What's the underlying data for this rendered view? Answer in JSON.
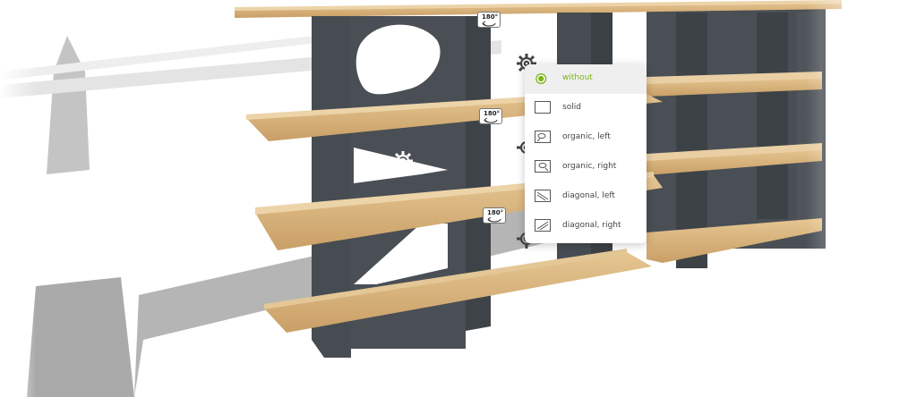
{
  "rotate_buttons": [
    {
      "label": "180°"
    },
    {
      "label": "180°"
    },
    {
      "label": "180°"
    }
  ],
  "gears": [
    {
      "icon": "gear-icon"
    },
    {
      "icon": "gear-icon"
    },
    {
      "icon": "gear-icon"
    },
    {
      "icon": "gear-icon"
    },
    {
      "icon": "gear-icon"
    },
    {
      "icon": "gear-icon"
    }
  ],
  "panel_menu": {
    "selected": "without",
    "items": [
      {
        "label": "without",
        "icon": "radio-selected-icon"
      },
      {
        "label": "solid",
        "icon": "solid-panel-icon"
      },
      {
        "label": "organic, left",
        "icon": "organic-left-icon"
      },
      {
        "label": "organic, right",
        "icon": "organic-right-icon"
      },
      {
        "label": "diagonal, left",
        "icon": "diagonal-left-icon"
      },
      {
        "label": "diagonal, right",
        "icon": "diagonal-right-icon"
      }
    ]
  },
  "colors": {
    "wood": "#dcb884",
    "panel": "#474c52",
    "accent": "#7ab317",
    "floor_shadow": "#b8b8b8"
  }
}
